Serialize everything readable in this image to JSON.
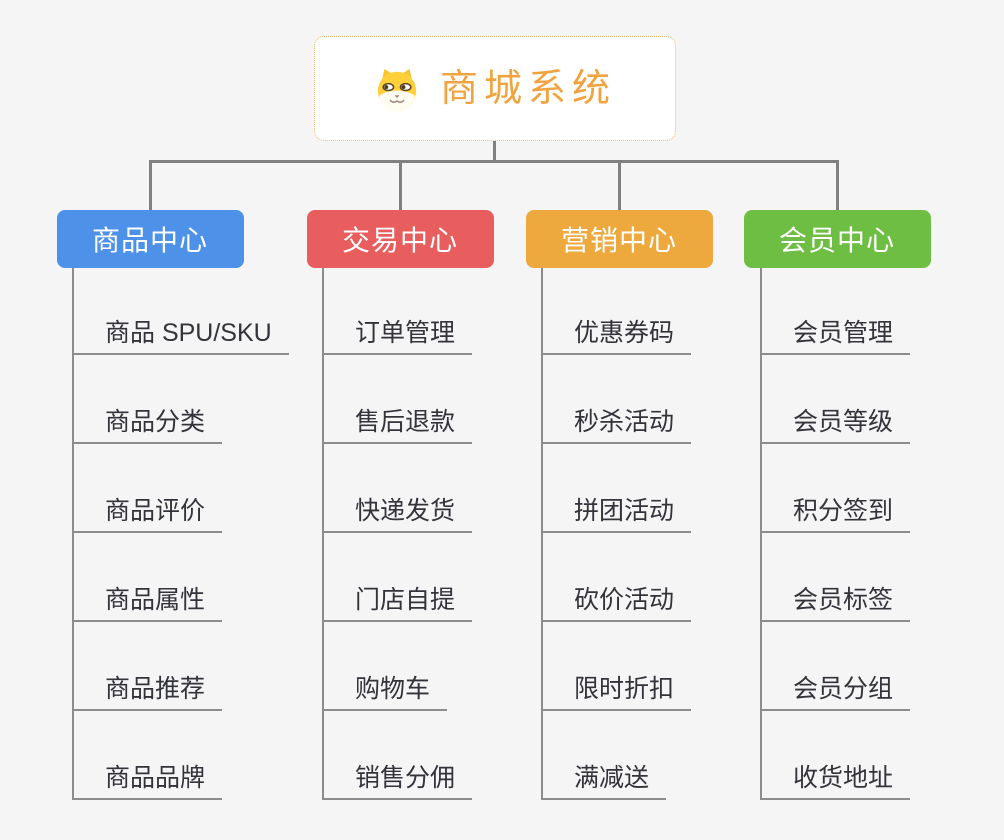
{
  "root": {
    "title": "商城系统",
    "icon": "dog-face-icon"
  },
  "branches": [
    {
      "label": "商品中心",
      "color": "#4d91e8",
      "items": [
        "商品 SPU/SKU",
        "商品分类",
        "商品评价",
        "商品属性",
        "商品推荐",
        "商品品牌"
      ]
    },
    {
      "label": "交易中心",
      "color": "#e85d5d",
      "items": [
        "订单管理",
        "售后退款",
        "快递发货",
        "门店自提",
        "购物车",
        "销售分佣"
      ]
    },
    {
      "label": "营销中心",
      "color": "#eda93d",
      "items": [
        "优惠券码",
        "秒杀活动",
        "拼团活动",
        "砍价活动",
        "限时折扣",
        "满减送"
      ]
    },
    {
      "label": "会员中心",
      "color": "#6fbe44",
      "items": [
        "会员管理",
        "会员等级",
        "积分签到",
        "会员标签",
        "会员分组",
        "收货地址"
      ]
    }
  ],
  "colors": {
    "root_text": "#f0a33f",
    "root_border": "#efb861",
    "connector": "#808080",
    "leaf_line": "#8c8c8c",
    "leaf_text": "#33333a",
    "background": "#f5f5f6"
  }
}
